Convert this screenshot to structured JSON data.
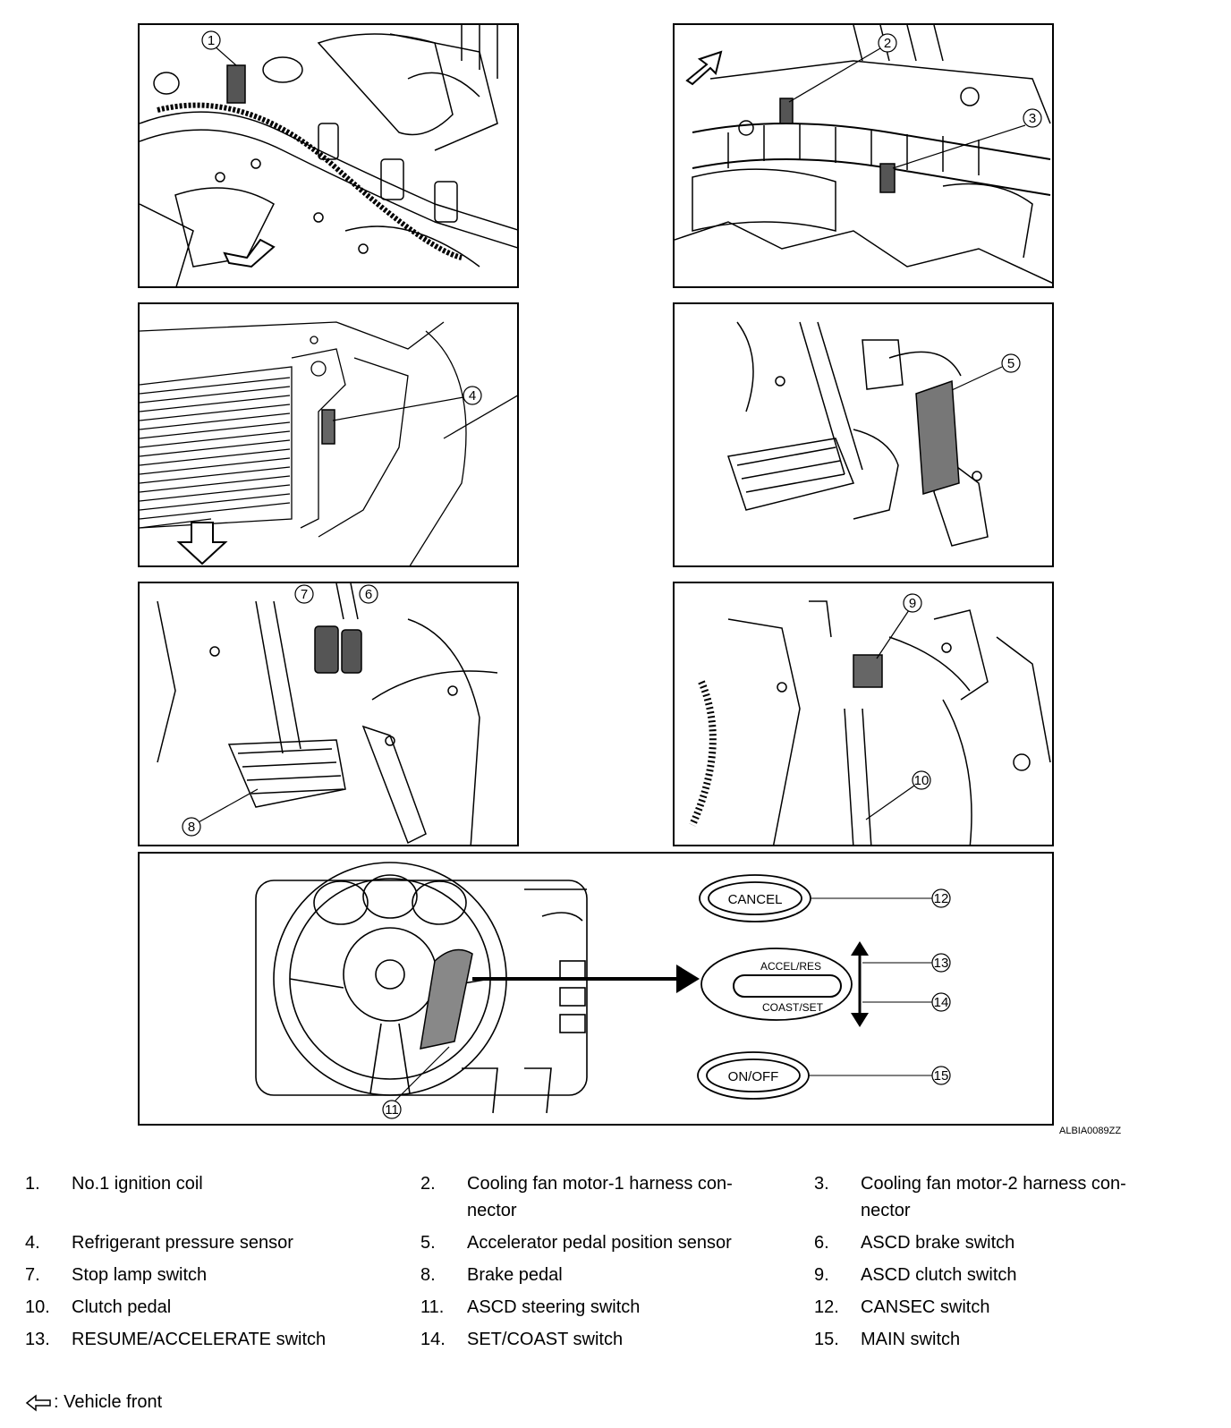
{
  "figure_code": "ALBIA0089ZZ",
  "callouts": [
    "1",
    "2",
    "3",
    "4",
    "5",
    "6",
    "7",
    "8",
    "9",
    "10",
    "11",
    "12",
    "13",
    "14",
    "15"
  ],
  "switch_labels": {
    "cancel": "CANCEL",
    "accel_res": "ACCEL/RES",
    "coast_set": "COAST/SET",
    "on_off": "ON/OFF"
  },
  "legend": [
    {
      "num": "1.",
      "text": "No.1 ignition coil"
    },
    {
      "num": "2.",
      "text": "Cooling fan motor-1 harness con-nector"
    },
    {
      "num": "3.",
      "text": "Cooling fan motor-2 harness con-nector"
    },
    {
      "num": "4.",
      "text": "Refrigerant pressure sensor"
    },
    {
      "num": "5.",
      "text": "Accelerator pedal position sensor"
    },
    {
      "num": "6.",
      "text": "ASCD brake switch"
    },
    {
      "num": "7.",
      "text": "Stop lamp switch"
    },
    {
      "num": "8.",
      "text": "Brake pedal"
    },
    {
      "num": "9.",
      "text": "ASCD clutch switch"
    },
    {
      "num": "10.",
      "text": "Clutch pedal"
    },
    {
      "num": "11.",
      "text": "ASCD steering switch"
    },
    {
      "num": "12.",
      "text": "CANSEC switch"
    },
    {
      "num": "13.",
      "text": "RESUME/ACCELERATE switch"
    },
    {
      "num": "14.",
      "text": "SET/COAST switch"
    },
    {
      "num": "15.",
      "text": "MAIN switch"
    }
  ],
  "vehicle_front_label": ": Vehicle front"
}
